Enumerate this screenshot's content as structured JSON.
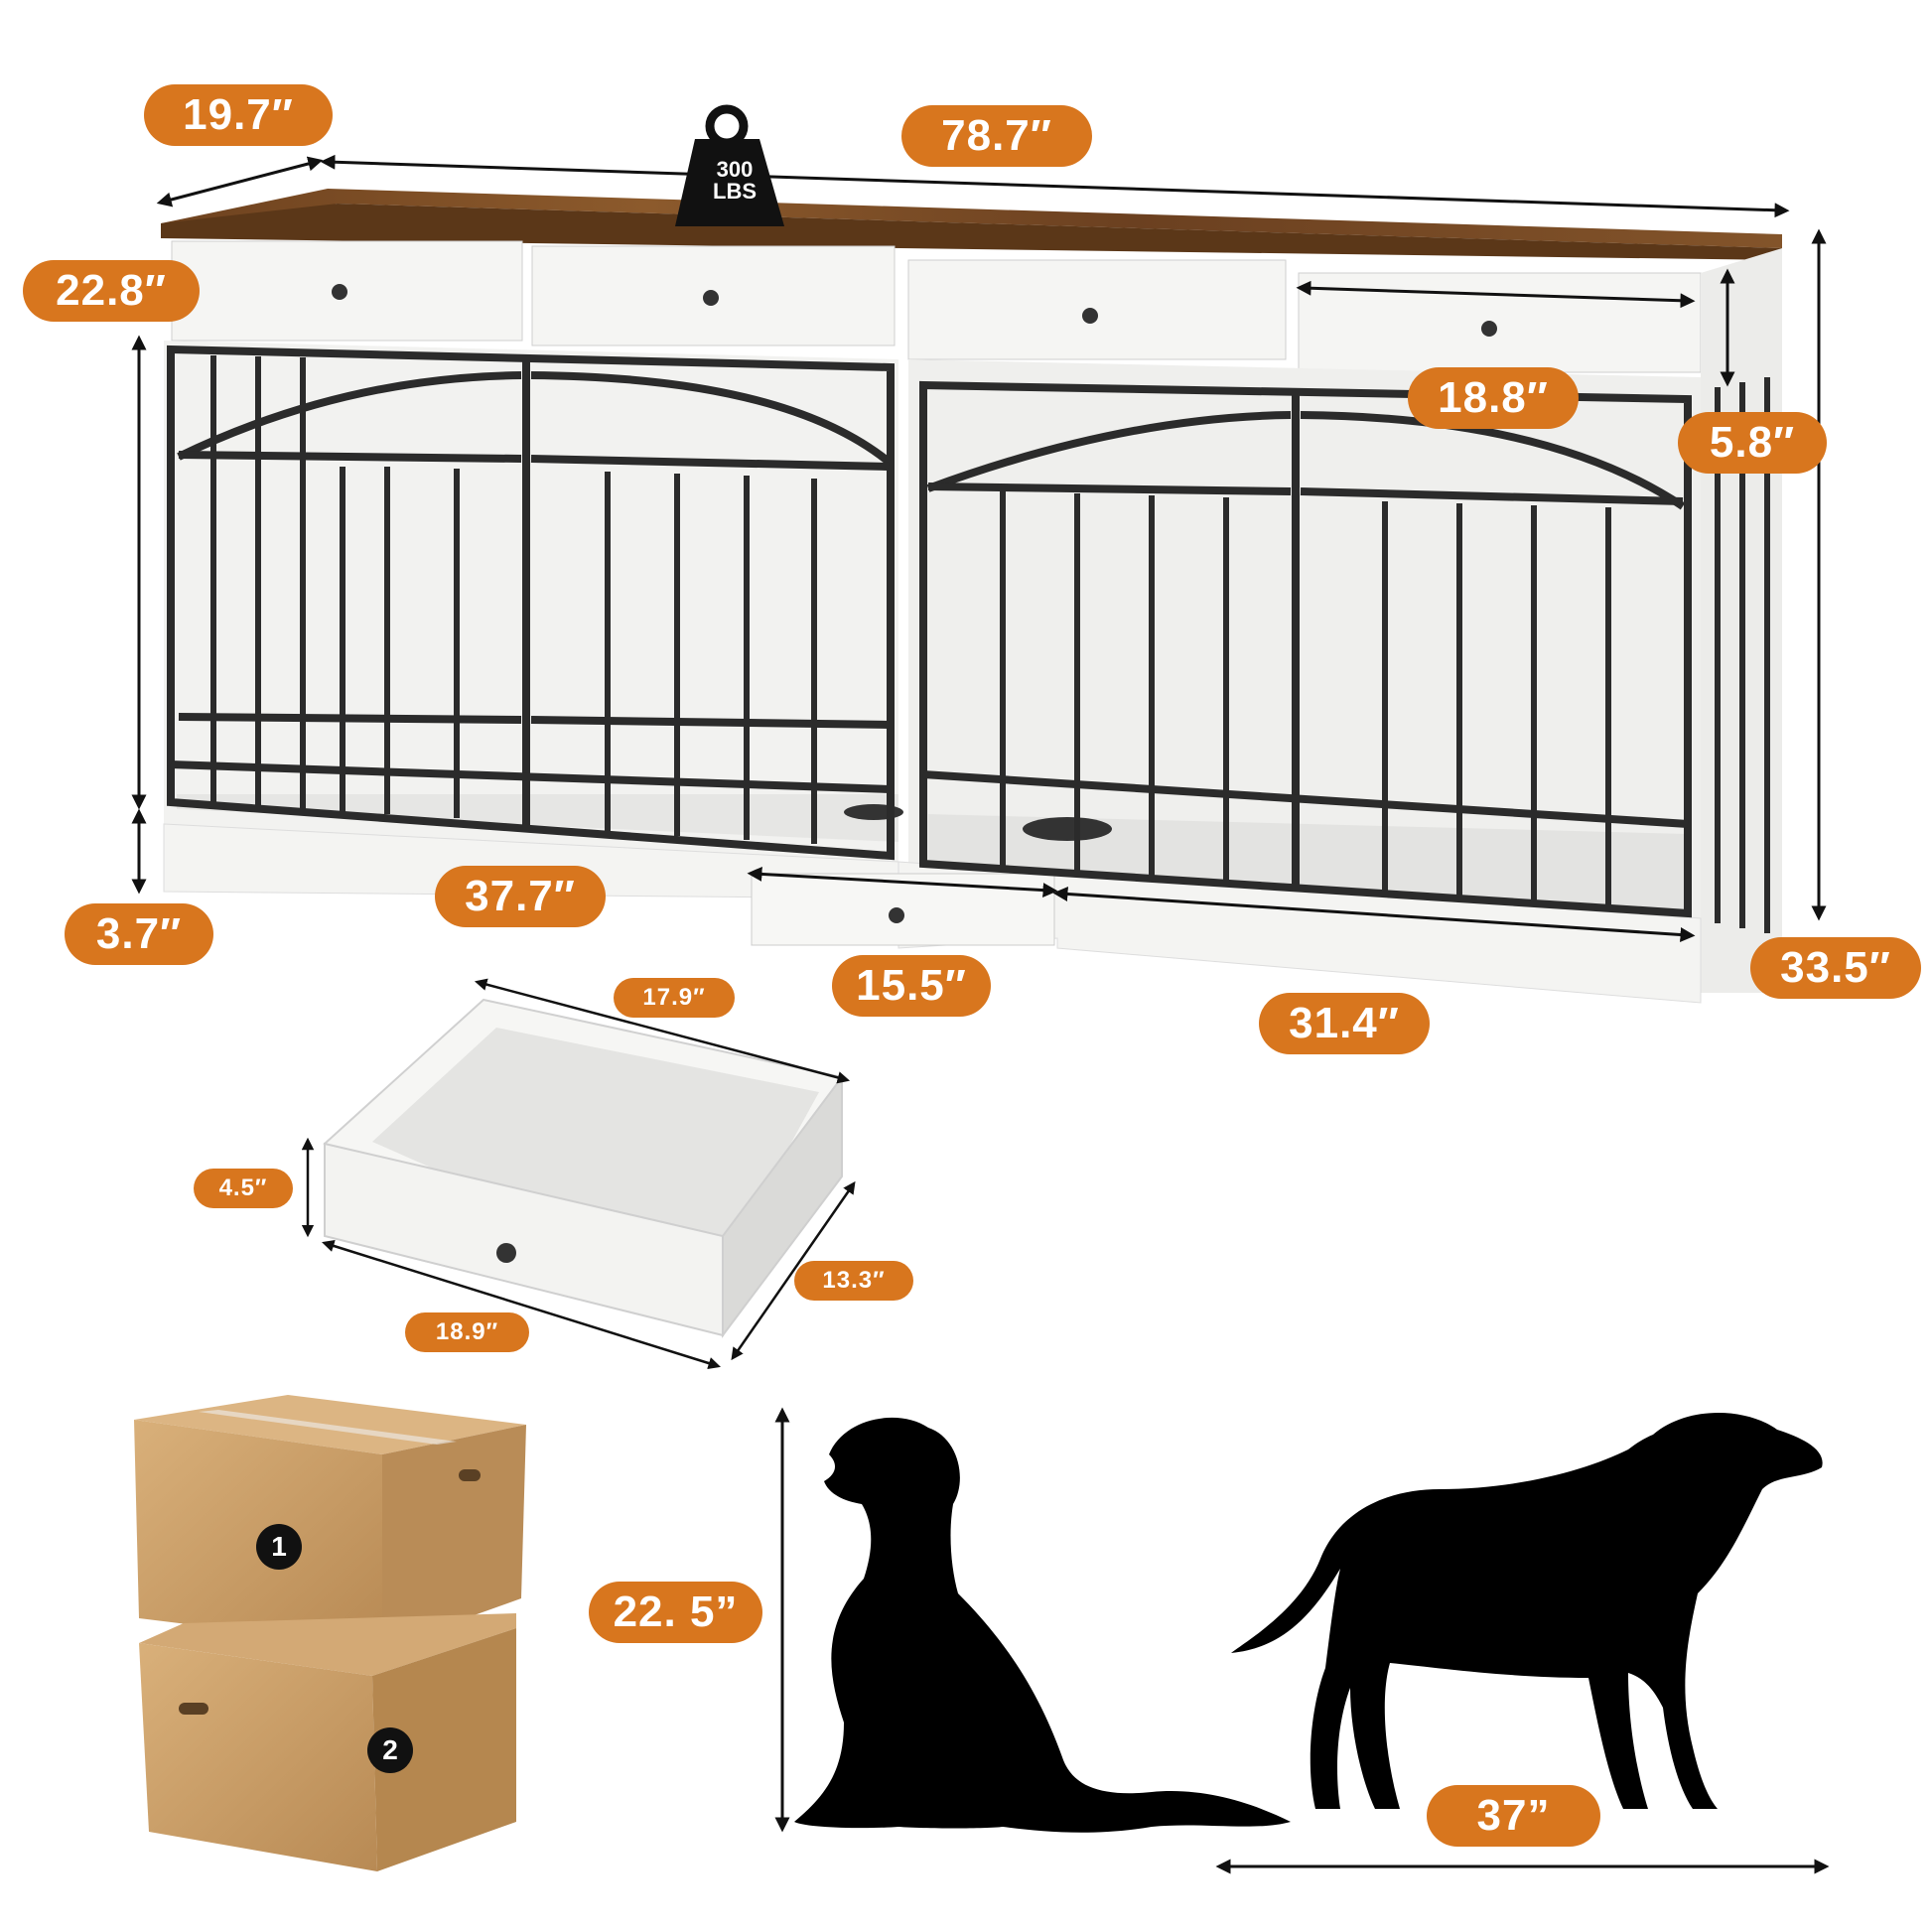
{
  "weight": {
    "value": "300",
    "unit": "LBS"
  },
  "dimensions": {
    "depth": "19.7″",
    "total_width": "78.7″",
    "top_section_height": "22.8″",
    "drawer_width": "18.8″",
    "drawer_height": "5.8″",
    "base_height": "3.7″",
    "left_kennel_width": "37.7″",
    "middle_drawer_width": "15.5″",
    "right_kennel_width": "31.4″",
    "total_height": "33.5″"
  },
  "drawer_detail": {
    "back_width": "17.9″",
    "height": "4.5″",
    "depth": "13.3″",
    "front_width": "18.9″"
  },
  "packages": {
    "box_1": "1",
    "box_2": "2"
  },
  "dog_size": {
    "height": "22. 5”",
    "length": "37”"
  },
  "colors": {
    "accent": "#d8761e",
    "wood_top": "#7a4a22",
    "metal": "#2b2b2b",
    "panel": "#f4f4f2",
    "cardboard": "#c89c66"
  },
  "icons": [
    "weight-icon",
    "box-icon",
    "dog-sitting-silhouette",
    "dog-standing-silhouette",
    "dimension-arrow"
  ]
}
